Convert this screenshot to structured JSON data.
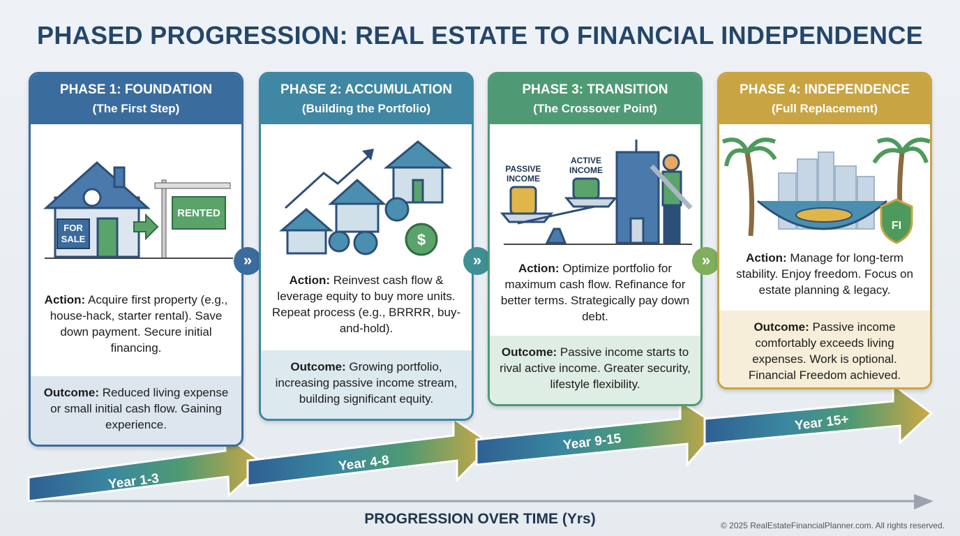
{
  "title": "PHASED PROGRESSION: REAL ESTATE TO FINANCIAL INDEPENDENCE",
  "phases": [
    {
      "title": "PHASE 1: FOUNDATION",
      "subtitle": "(The First Step)",
      "action_label": "Action:",
      "action": " Acquire first property (e.g., house-hack, starter rental). Save down payment. Secure initial financing.",
      "outcome_label": "Outcome:",
      "outcome": " Reduced living expense or small initial cash flow. Gaining experience.",
      "sign_for_sale": "FOR SALE",
      "sign_rented": "RENTED",
      "years": "Year 1-3",
      "color": "#3b6c9e"
    },
    {
      "title": "PHASE 2: ACCUMULATION",
      "subtitle": "(Building the Portfolio)",
      "action_label": "Action:",
      "action": " Reinvest cash flow & leverage equity to buy more units. Repeat process (e.g., BRRRR, buy-and-hold).",
      "outcome_label": "Outcome:",
      "outcome": " Growing portfolio, increasing passive income stream, building significant equity.",
      "years": "Year 4-8",
      "color": "#3f87a3"
    },
    {
      "title": "PHASE 3: TRANSITION",
      "subtitle": "(The Crossover Point)",
      "action_label": "Action:",
      "action": " Optimize portfolio for maximum cash flow. Refinance for better terms. Strategically pay down debt.",
      "outcome_label": "Outcome:",
      "outcome": " Passive income starts to rival active income. Greater security, lifestyle flexibility.",
      "passive_label": "PASSIVE INCOME",
      "active_label": "ACTIVE INCOME",
      "years": "Year 9-15",
      "color": "#4f9a74"
    },
    {
      "title": "PHASE 4: INDEPENDENCE",
      "subtitle": "(Full Replacement)",
      "action_label": "Action:",
      "action": " Manage for long-term stability. Enjoy freedom. Focus on estate planning & legacy.",
      "outcome_label": "Outcome:",
      "outcome": " Passive income comfortably exceeds living expenses. Work is optional. Financial Freedom achieved.",
      "shield": "FI",
      "years": "Year 15+",
      "color": "#c9a443"
    }
  ],
  "axis_label": "PROGRESSION OVER TIME (Yrs)",
  "copyright": "© 2025 RealEstateFinancialPlanner.com. All rights reserved."
}
